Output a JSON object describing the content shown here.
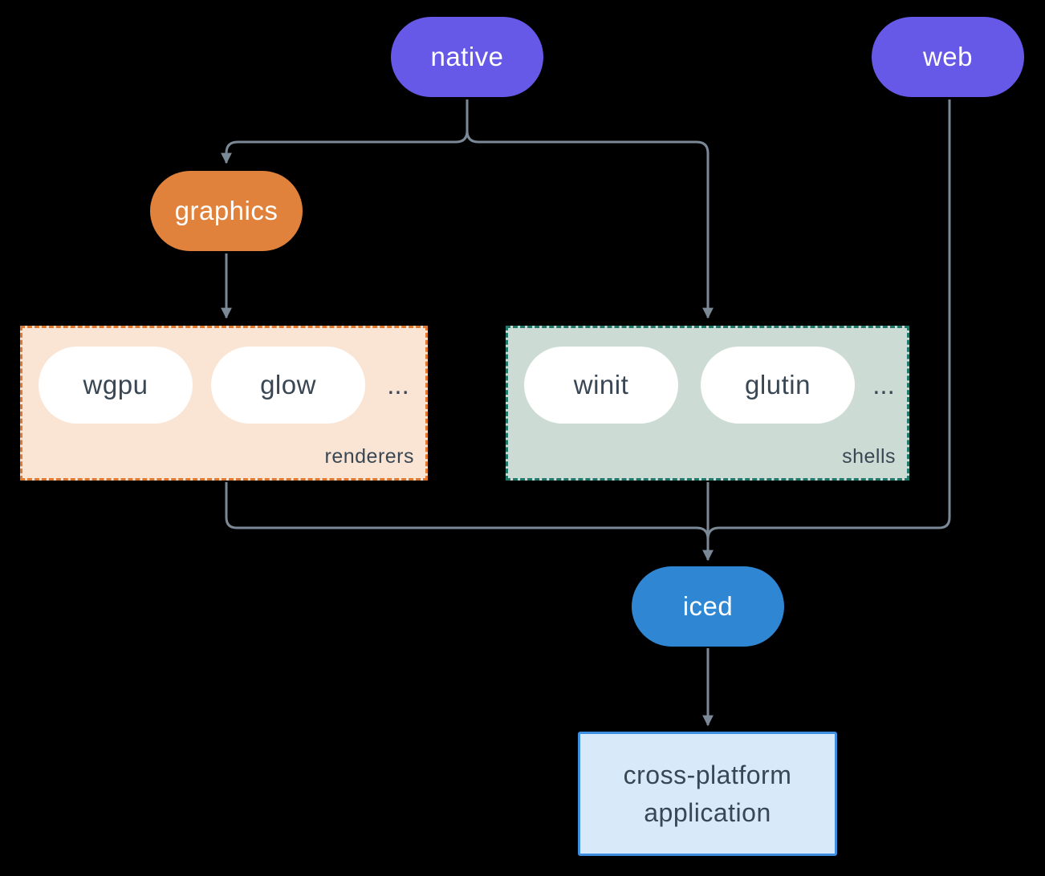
{
  "colors": {
    "purple": "#6759e8",
    "orange": "#e0823c",
    "blue": "#2f87d4",
    "peach-bg": "#fae5d4",
    "peach-border": "#e0782f",
    "sage-bg": "#ccdcd4",
    "sage-border": "#20786a",
    "app-bg": "#d8e9f9",
    "app-border": "#3e8ee2",
    "ink": "#394754",
    "line": "#7b8997"
  },
  "nodes": {
    "native": {
      "label": "native"
    },
    "web": {
      "label": "web"
    },
    "graphics": {
      "label": "graphics"
    },
    "iced": {
      "label": "iced"
    }
  },
  "groups": {
    "renderers": {
      "label": "renderers",
      "items": [
        "wgpu",
        "glow"
      ],
      "ellipsis": "..."
    },
    "shells": {
      "label": "shells",
      "items": [
        "winit",
        "glutin"
      ],
      "ellipsis": "..."
    }
  },
  "app": {
    "line1": "cross-platform",
    "line2": "application"
  }
}
